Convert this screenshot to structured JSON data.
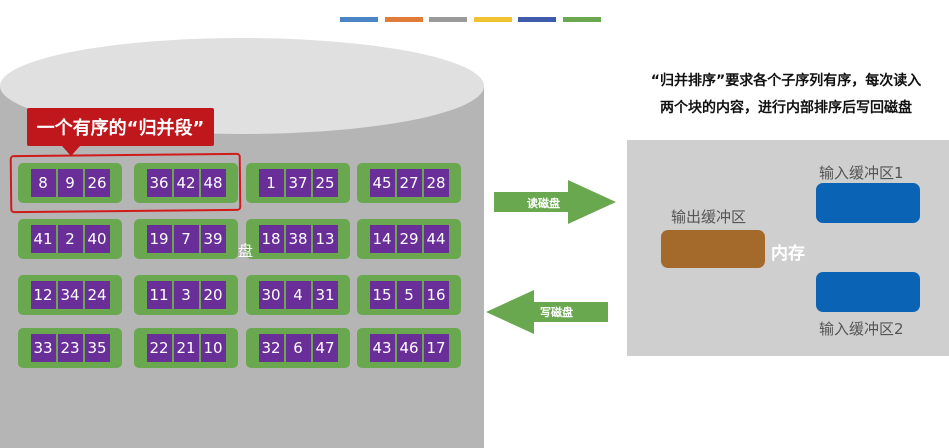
{
  "stripe_colors": [
    "#4a86c5",
    "#e07b39",
    "#9a9a9a",
    "#f1c232",
    "#3d5ba8",
    "#6aa84f"
  ],
  "colors": {
    "disk_fill": "#b5b5b5",
    "disk_top": "#e0e0e0",
    "block_green": "#6aa84f",
    "cell_purple": "#6a2e99",
    "callout_red": "#c0171c",
    "arrow_green": "#6aa84f",
    "memory_panel": "#cfcfcf",
    "output_buffer": "#a46a2c",
    "input_buffer": "#0b63b6"
  },
  "callout": {
    "text": "一个有序的“归并段”"
  },
  "disk_fragment": "盘",
  "disk_blocks": [
    [
      [
        "8",
        "9",
        "26"
      ],
      [
        "36",
        "42",
        "48"
      ],
      [
        "1",
        "37",
        "25"
      ],
      [
        "45",
        "27",
        "28"
      ]
    ],
    [
      [
        "41",
        "2",
        "40"
      ],
      [
        "19",
        "7",
        "39"
      ],
      [
        "18",
        "38",
        "13"
      ],
      [
        "14",
        "29",
        "44"
      ]
    ],
    [
      [
        "12",
        "34",
        "24"
      ],
      [
        "11",
        "3",
        "20"
      ],
      [
        "30",
        "4",
        "31"
      ],
      [
        "15",
        "5",
        "16"
      ]
    ],
    [
      [
        "33",
        "23",
        "35"
      ],
      [
        "22",
        "21",
        "10"
      ],
      [
        "32",
        "6",
        "47"
      ],
      [
        "43",
        "46",
        "17"
      ]
    ]
  ],
  "arrows": {
    "read": "读磁盘",
    "write": "写磁盘"
  },
  "description": {
    "line1": "“归并排序”要求各个子序列有序，每次读入",
    "line2": "两个块的内容，进行内部排序后写回磁盘"
  },
  "memory": {
    "label": "内存",
    "output_buffer": "输出缓冲区",
    "input_buffer_1": "输入缓冲区1",
    "input_buffer_2": "输入缓冲区2"
  }
}
